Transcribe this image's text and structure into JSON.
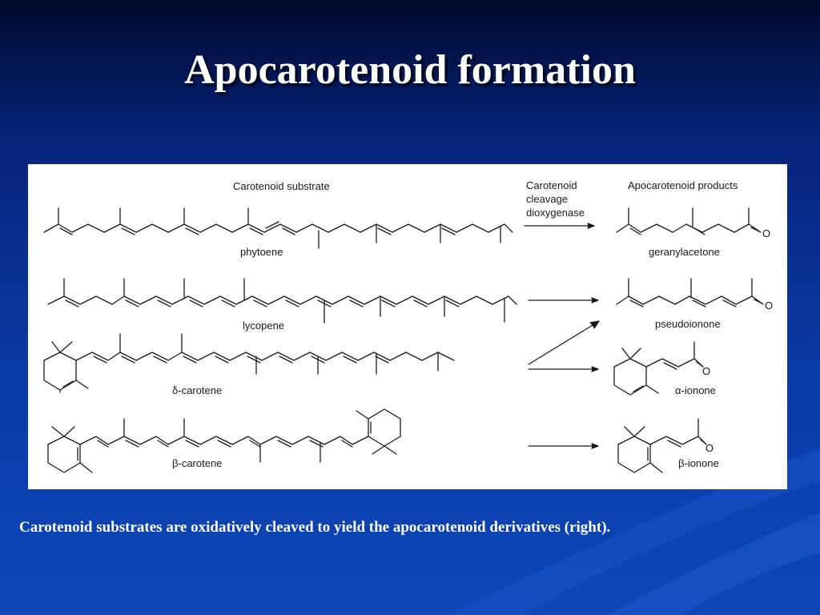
{
  "slide": {
    "title": "Apocarotenoid formation",
    "caption": "Carotenoid substrates are oxidatively cleaved to yield the apocarotenoid derivatives (right)."
  },
  "figure": {
    "header_substrate": "Carotenoid substrate",
    "enzyme_line1": "Carotenoid",
    "enzyme_line2": "cleavage",
    "enzyme_line3": "dioxygenase",
    "header_products": "Apocarotenoid products",
    "substrates": [
      "phytoene",
      "lycopene",
      "-carotene",
      "-carotene"
    ],
    "substrate_greek": [
      "",
      "",
      "δ",
      "β"
    ],
    "products": [
      "geranylacetone",
      "pseudoionone",
      "-ionone",
      "-ionone"
    ],
    "product_greek": [
      "",
      "",
      "α",
      "β"
    ],
    "oxygen_symbol": "O"
  }
}
